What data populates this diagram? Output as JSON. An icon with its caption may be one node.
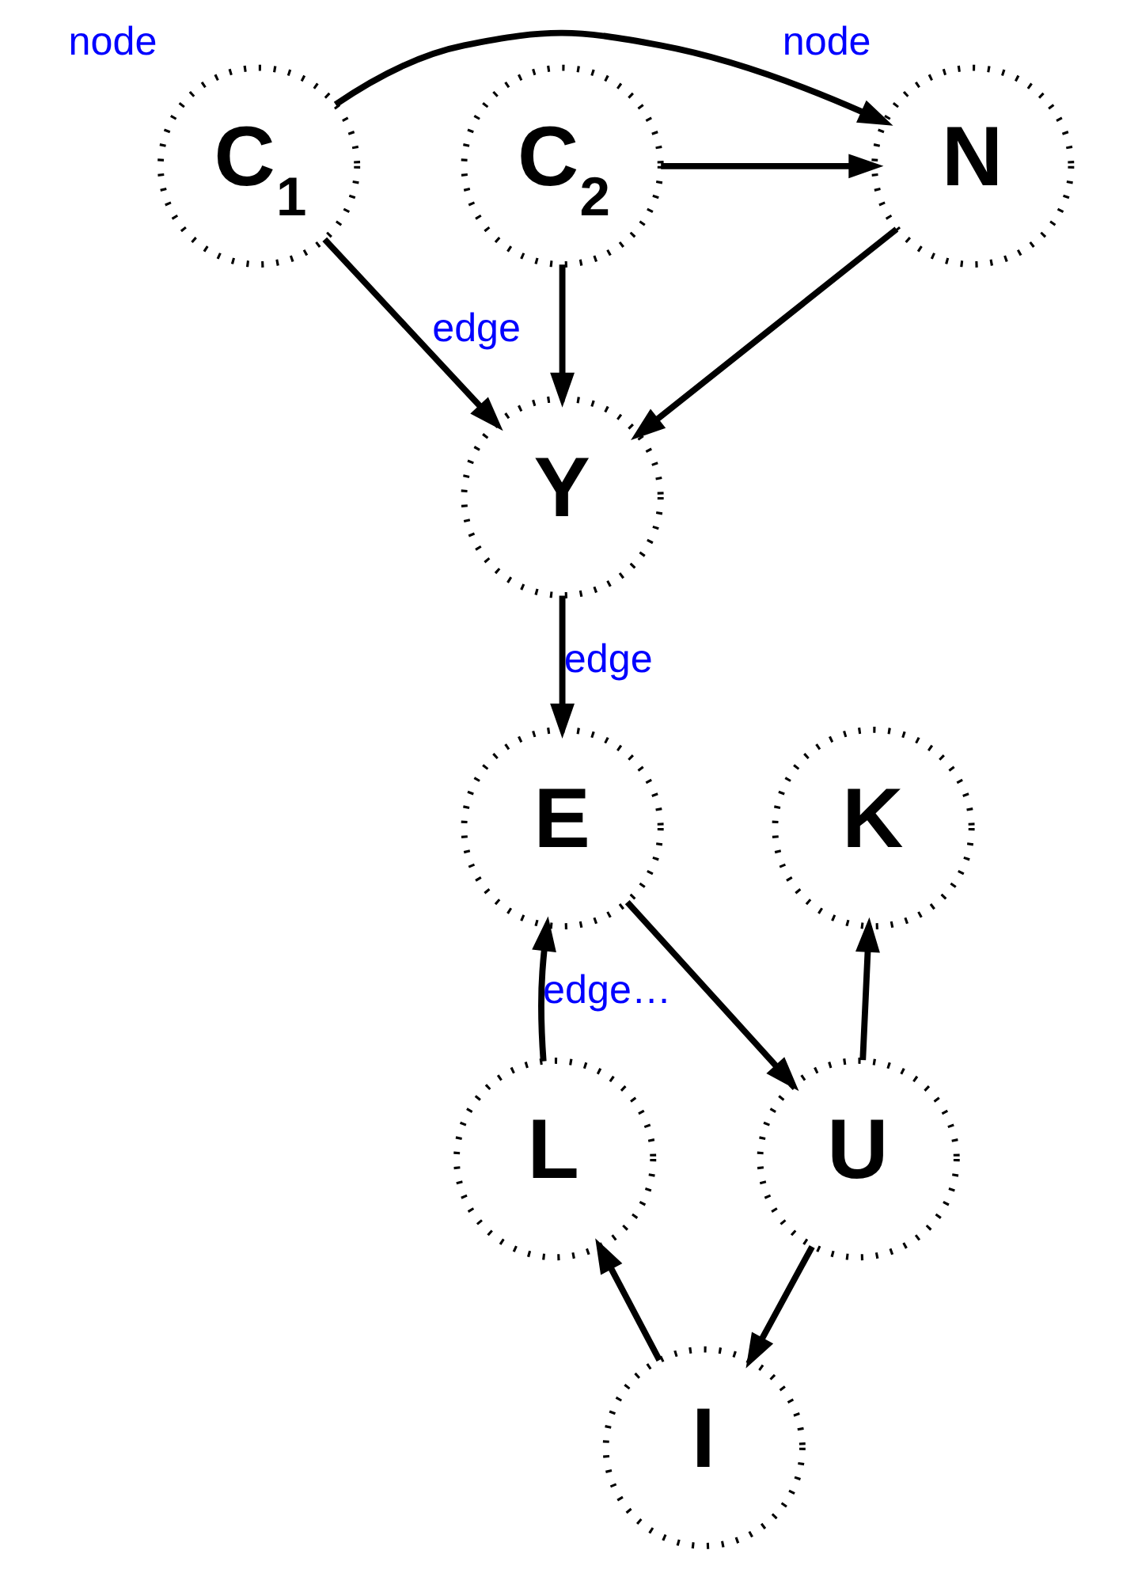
{
  "diagram": {
    "nodes": [
      {
        "text": [
          "C$_{1}$"
        ],
        "beside": [
          "node"
        ]
      },
      {
        "text": [
          "N"
        ],
        "beside": [
          "node"
        ]
      },
      {
        "text": [
          "C$_{2}$"
        ]
      },
      {
        "text": [
          "Y"
        ]
      },
      {
        "text": [
          "K"
        ]
      },
      {
        "text": [
          "E"
        ]
      },
      {
        "text": [
          "L"
        ]
      },
      {
        "text": [
          "U"
        ]
      },
      {
        "text": [
          "I"
        ]
      }
    ],
    "edges": [
      {
        "from": 0,
        "to": 1,
        "arrow": "to"
      },
      {
        "from": 2,
        "to": 1,
        "arrow": "to"
      },
      {
        "from": 0,
        "to": 3,
        "arrow": "to",
        "label": "edge"
      },
      {
        "from": 1,
        "to": 3,
        "arrow": "to"
      },
      {
        "from": 2,
        "to": 3,
        "arrow": "to"
      },
      {
        "from": 3,
        "to": 5,
        "arrow": "to",
        "label": "edge"
      },
      {
        "from": 6,
        "to": 5,
        "arrow": "to",
        "label": "edge…"
      },
      {
        "from": 5,
        "to": 7,
        "arrow": "to"
      },
      {
        "from": 7,
        "to": 4,
        "arrow": "to"
      },
      {
        "from": 7,
        "to": 8,
        "arrow": "to"
      },
      {
        "from": 8,
        "to": 6,
        "arrow": "to"
      }
    ]
  }
}
